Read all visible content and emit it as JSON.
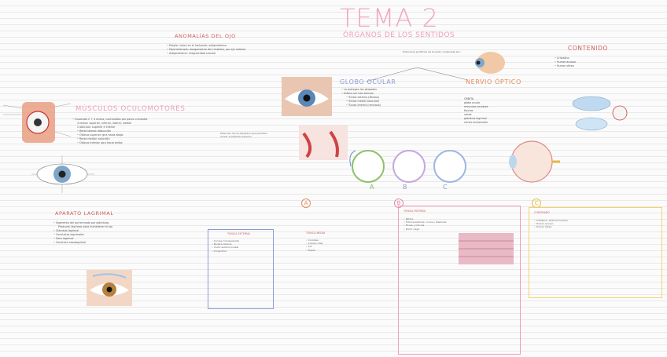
{
  "titles": {
    "main": "TEMA 2",
    "subtitle": "ÓRGANOS DE LOS SENTIDOS"
  },
  "headings": {
    "anomalias": "ANOMALÍAS DEL OJO",
    "musculos": "MÚSCULOS OCULOMOTORES",
    "globo": "GLOBO OCULAR",
    "nervio": "NERVIO ÓPTICO",
    "contenido": "CONTENIDO",
    "aparato": "APARATO LAGRIMAL"
  },
  "anomalias": [
    "Miopía: vision en el horizonte, astigmatismo",
    "Hipermetropía: alargamiento del cristalino, por eje anterior",
    "Astigmatismo: irregularidad corneal"
  ],
  "musculos": [
    "Cuadrado 2 + 4 rectos, controlados por pares craneales",
    "4 rectos: superior, inferior, lateral, medial",
    "2 oblicuos: superior e inferior",
    "Recto lateral: abducción",
    "Oblicuo superior: gira hacia abajo",
    "Recto medial: aducción",
    "Oblicuo inferior: gira hacia arriba"
  ],
  "musc_note": "Músculos de los párpados que permiten mover el párpado superior",
  "globo": [
    "La protegen los párpados",
    "Esfera con tres túnicas",
    "Túnica externa (fibrosa)",
    "Túnica media (vascular)",
    "Túnica interna (nerviosa)"
  ],
  "central_note": "Estructura periférica de la visión compuesta por:",
  "nervio": [
    "ÓRBITA",
    "globo ocular",
    "músculos oculares",
    "fascias",
    "vasos",
    "glándula lagrimal",
    "nervio oculomotor"
  ],
  "contenido": [
    "Cristalino",
    "Humor acuoso",
    "Humor vítreo"
  ],
  "letters": {
    "a": "A",
    "b": "B",
    "c": "C"
  },
  "aparato": [
    "Segmento del ojo formado por glándulas",
    "Producen lágrimas para humedecer el ojo",
    "Glándula lagrimal",
    "Conductos lagrimales",
    "Saco lagrimal",
    "Conducto nasolagrimal"
  ],
  "boxes": {
    "blue_title": "TÚNICA EXTERNA",
    "blue": [
      "Córnea: transparente",
      "Esclera: blanca",
      "Unión esclerocorneal",
      "Conjuntiva"
    ],
    "mid_title": "TÚNICA MEDIA",
    "mid": [
      "Coroides",
      "Cuerpo ciliar",
      "Iris",
      "Pupila"
    ],
    "pink_title": "TÚNICA INTERNA",
    "pink": [
      "Retina",
      "Fotorreceptores: conos y bastones",
      "Fóvea y mácula",
      "Punto ciego"
    ],
    "yellow_title": "CONTENIDO",
    "yellow": [
      "Cristalino: lente biconvexa",
      "Humor acuoso",
      "Humor vítreo"
    ]
  },
  "colors": {
    "pink": "#f0a0b6",
    "red": "#d25c5c",
    "blue": "#8b9bd6",
    "orange": "#e58c5e",
    "yellow": "#f2d36b",
    "green": "#7fbf6a"
  }
}
